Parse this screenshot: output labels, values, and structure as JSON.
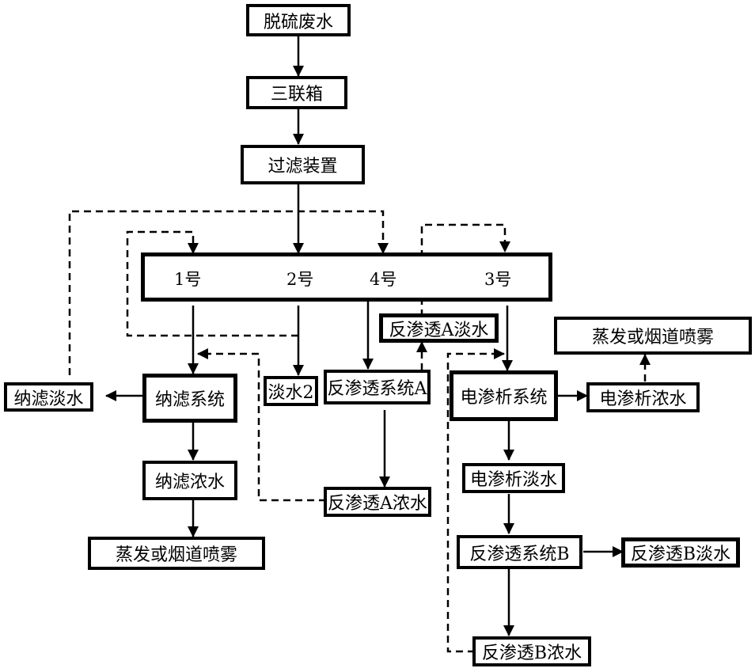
{
  "diagram": {
    "title": "脱硫废水处理工艺流程",
    "nodes": {
      "desulfurization_wastewater": "脱硫废水",
      "triple_tank": "三联箱",
      "filter_device": "过滤装置",
      "hub": {
        "port1": "1号",
        "port2": "2号",
        "port4": "4号",
        "port3": "3号"
      },
      "ro_a_permeate": "反渗透A淡水",
      "evaporation_right": "蒸发或烟道喷雾",
      "nf_permeate": "纳滤淡水",
      "nf_system": "纳滤系统",
      "fresh_water_2": "淡水2",
      "ro_system_a": "反渗透系统A",
      "ed_system": "电渗析系统",
      "ed_concentrate": "电渗析浓水",
      "nf_concentrate": "纳滤浓水",
      "ro_a_concentrate": "反渗透A浓水",
      "ed_dilute": "电渗析淡水",
      "evaporation_left": "蒸发或烟道喷雾",
      "ro_system_b": "反渗透系统B",
      "ro_b_permeate": "反渗透B淡水",
      "ro_b_concentrate": "反渗透B浓水"
    },
    "edges": [
      {
        "from": "脱硫废水",
        "to": "三联箱",
        "style": "solid"
      },
      {
        "from": "三联箱",
        "to": "过滤装置",
        "style": "solid"
      },
      {
        "from": "过滤装置",
        "to": "2号",
        "style": "solid"
      },
      {
        "from": "1号",
        "to": "纳滤系统",
        "style": "solid"
      },
      {
        "from": "2号",
        "to": "淡水2",
        "style": "solid"
      },
      {
        "from": "4号",
        "to": "反渗透系统A",
        "style": "solid"
      },
      {
        "from": "3号",
        "to": "电渗析系统",
        "style": "solid"
      },
      {
        "from": "纳滤系统",
        "to": "纳滤淡水",
        "style": "solid"
      },
      {
        "from": "纳滤系统",
        "to": "纳滤浓水",
        "style": "solid"
      },
      {
        "from": "纳滤浓水",
        "to": "蒸发或烟道喷雾",
        "style": "solid"
      },
      {
        "from": "反渗透系统A",
        "to": "反渗透A浓水",
        "style": "solid"
      },
      {
        "from": "反渗透系统A",
        "to": "反渗透A淡水",
        "style": "dashed"
      },
      {
        "from": "反渗透A淡水",
        "to": "3号",
        "style": "dashed"
      },
      {
        "from": "纳滤淡水",
        "to": "4号",
        "style": "dashed"
      },
      {
        "from": "2号",
        "to": "1号",
        "style": "dashed"
      },
      {
        "from": "反渗透A浓水",
        "to": "纳滤系统",
        "style": "dashed"
      },
      {
        "from": "电渗析系统",
        "to": "电渗析浓水",
        "style": "solid"
      },
      {
        "from": "电渗析浓水",
        "to": "蒸发或烟道喷雾",
        "style": "dashed"
      },
      {
        "from": "电渗析系统",
        "to": "电渗析淡水",
        "style": "solid"
      },
      {
        "from": "电渗析淡水",
        "to": "反渗透系统B",
        "style": "solid"
      },
      {
        "from": "反渗透系统B",
        "to": "反渗透B淡水",
        "style": "solid"
      },
      {
        "from": "反渗透系统B",
        "to": "反渗透B浓水",
        "style": "solid"
      },
      {
        "from": "反渗透B浓水",
        "to": "电渗析系统",
        "style": "dashed"
      }
    ]
  }
}
